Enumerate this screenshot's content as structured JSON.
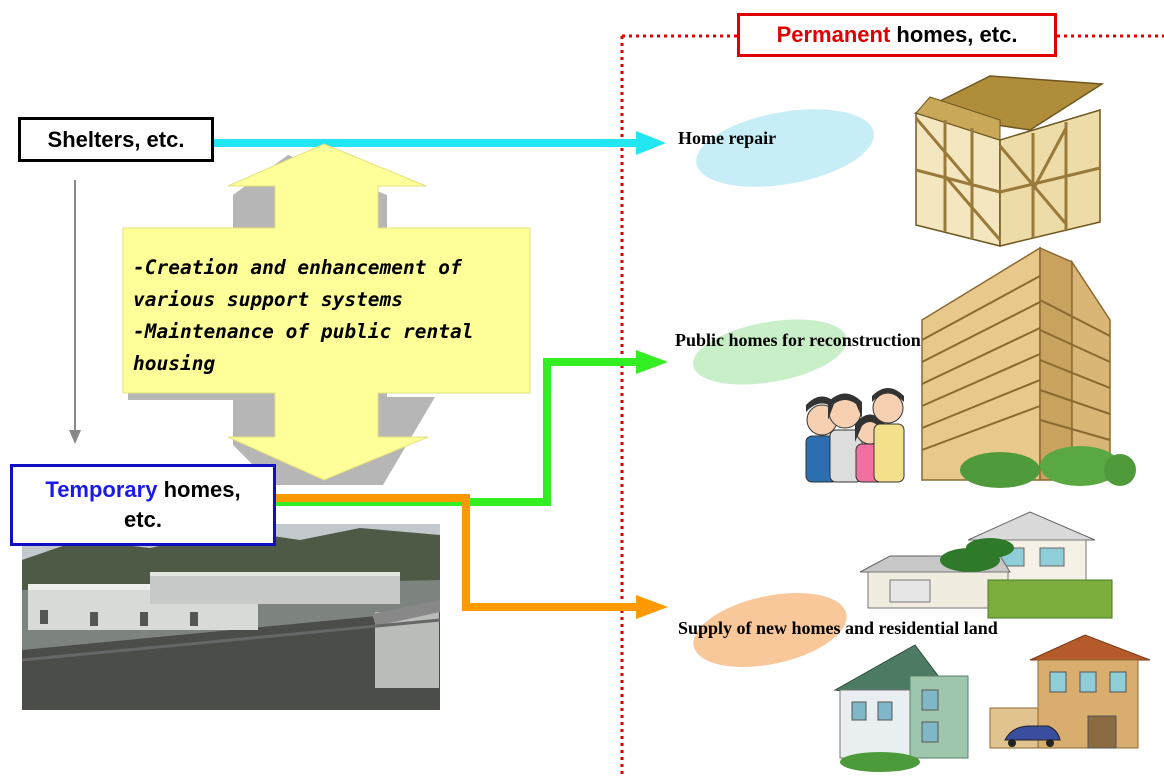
{
  "boxes": {
    "permanent": {
      "highlight": "Permanent",
      "rest": " homes, etc."
    },
    "shelters": {
      "label": "Shelters, etc."
    },
    "temporary": {
      "highlight": "Temporary",
      "rest": " homes,",
      "line2": "etc."
    }
  },
  "support": {
    "text": "-Creation and enhancement of\nvarious support systems\n-Maintenance of public rental\nhousing"
  },
  "destinations": {
    "repair": "Home repair",
    "public": "Public homes for reconstruction",
    "supply": "Supply of new homes and residential land"
  },
  "colors": {
    "permanent_border": "#e00000",
    "temporary_border": "#1010c0",
    "arrow_repair": "#22e6f2",
    "arrow_public": "#33ee22",
    "arrow_supply": "#ff9900",
    "support_fill": "#ffff99",
    "divider": "#e00000"
  }
}
